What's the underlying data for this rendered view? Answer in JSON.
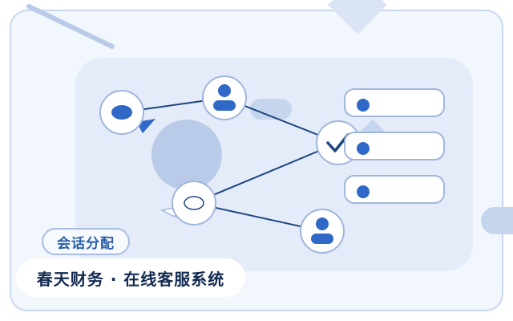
{
  "tag": {
    "label": "会话分配"
  },
  "headline": {
    "text": "春天财务 · 在线客服系统"
  },
  "colors": {
    "accent": "#2f68c6",
    "line": "#1e4580",
    "frame_bg": "#f2f6fd",
    "panel_bg": "#e4ecf9",
    "title_text": "#132a50",
    "chip_text": "#2a5fa8"
  },
  "icons": {
    "source_left": "chat-bubble-icon",
    "source_bottom": "chat-bubble-icon",
    "agent": "user-icon",
    "hub": "checkmark-icon",
    "queue_item": "dot-icon"
  },
  "queue": {
    "items": [
      {
        "status": "active"
      },
      {
        "status": "active"
      },
      {
        "status": "active"
      }
    ]
  }
}
